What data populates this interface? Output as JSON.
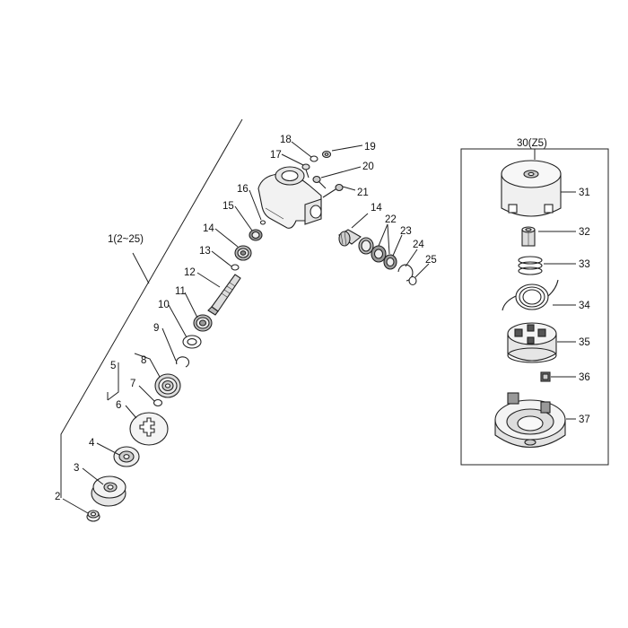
{
  "diagram": {
    "assembly_label": "1(2~25)",
    "kit_label": "30(Z5)",
    "parts": [
      {
        "key": "p2",
        "label": "2"
      },
      {
        "key": "p3",
        "label": "3"
      },
      {
        "key": "p4",
        "label": "4"
      },
      {
        "key": "p5",
        "label": "5"
      },
      {
        "key": "p6",
        "label": "6"
      },
      {
        "key": "p7",
        "label": "7"
      },
      {
        "key": "p8",
        "label": "8"
      },
      {
        "key": "p9",
        "label": "9"
      },
      {
        "key": "p10",
        "label": "10"
      },
      {
        "key": "p11",
        "label": "11"
      },
      {
        "key": "p12",
        "label": "12"
      },
      {
        "key": "p13",
        "label": "13"
      },
      {
        "key": "p14a",
        "label": "14"
      },
      {
        "key": "p15",
        "label": "15"
      },
      {
        "key": "p16",
        "label": "16"
      },
      {
        "key": "p17",
        "label": "17"
      },
      {
        "key": "p18",
        "label": "18"
      },
      {
        "key": "p19",
        "label": "19"
      },
      {
        "key": "p20",
        "label": "20"
      },
      {
        "key": "p21",
        "label": "21"
      },
      {
        "key": "p14b",
        "label": "14"
      },
      {
        "key": "p22",
        "label": "22"
      },
      {
        "key": "p23",
        "label": "23"
      },
      {
        "key": "p24",
        "label": "24"
      },
      {
        "key": "p25",
        "label": "25"
      },
      {
        "key": "p31",
        "label": "31"
      },
      {
        "key": "p32",
        "label": "32"
      },
      {
        "key": "p33",
        "label": "33"
      },
      {
        "key": "p34",
        "label": "34"
      },
      {
        "key": "p35",
        "label": "35"
      },
      {
        "key": "p36",
        "label": "36"
      },
      {
        "key": "p37",
        "label": "37"
      }
    ]
  }
}
